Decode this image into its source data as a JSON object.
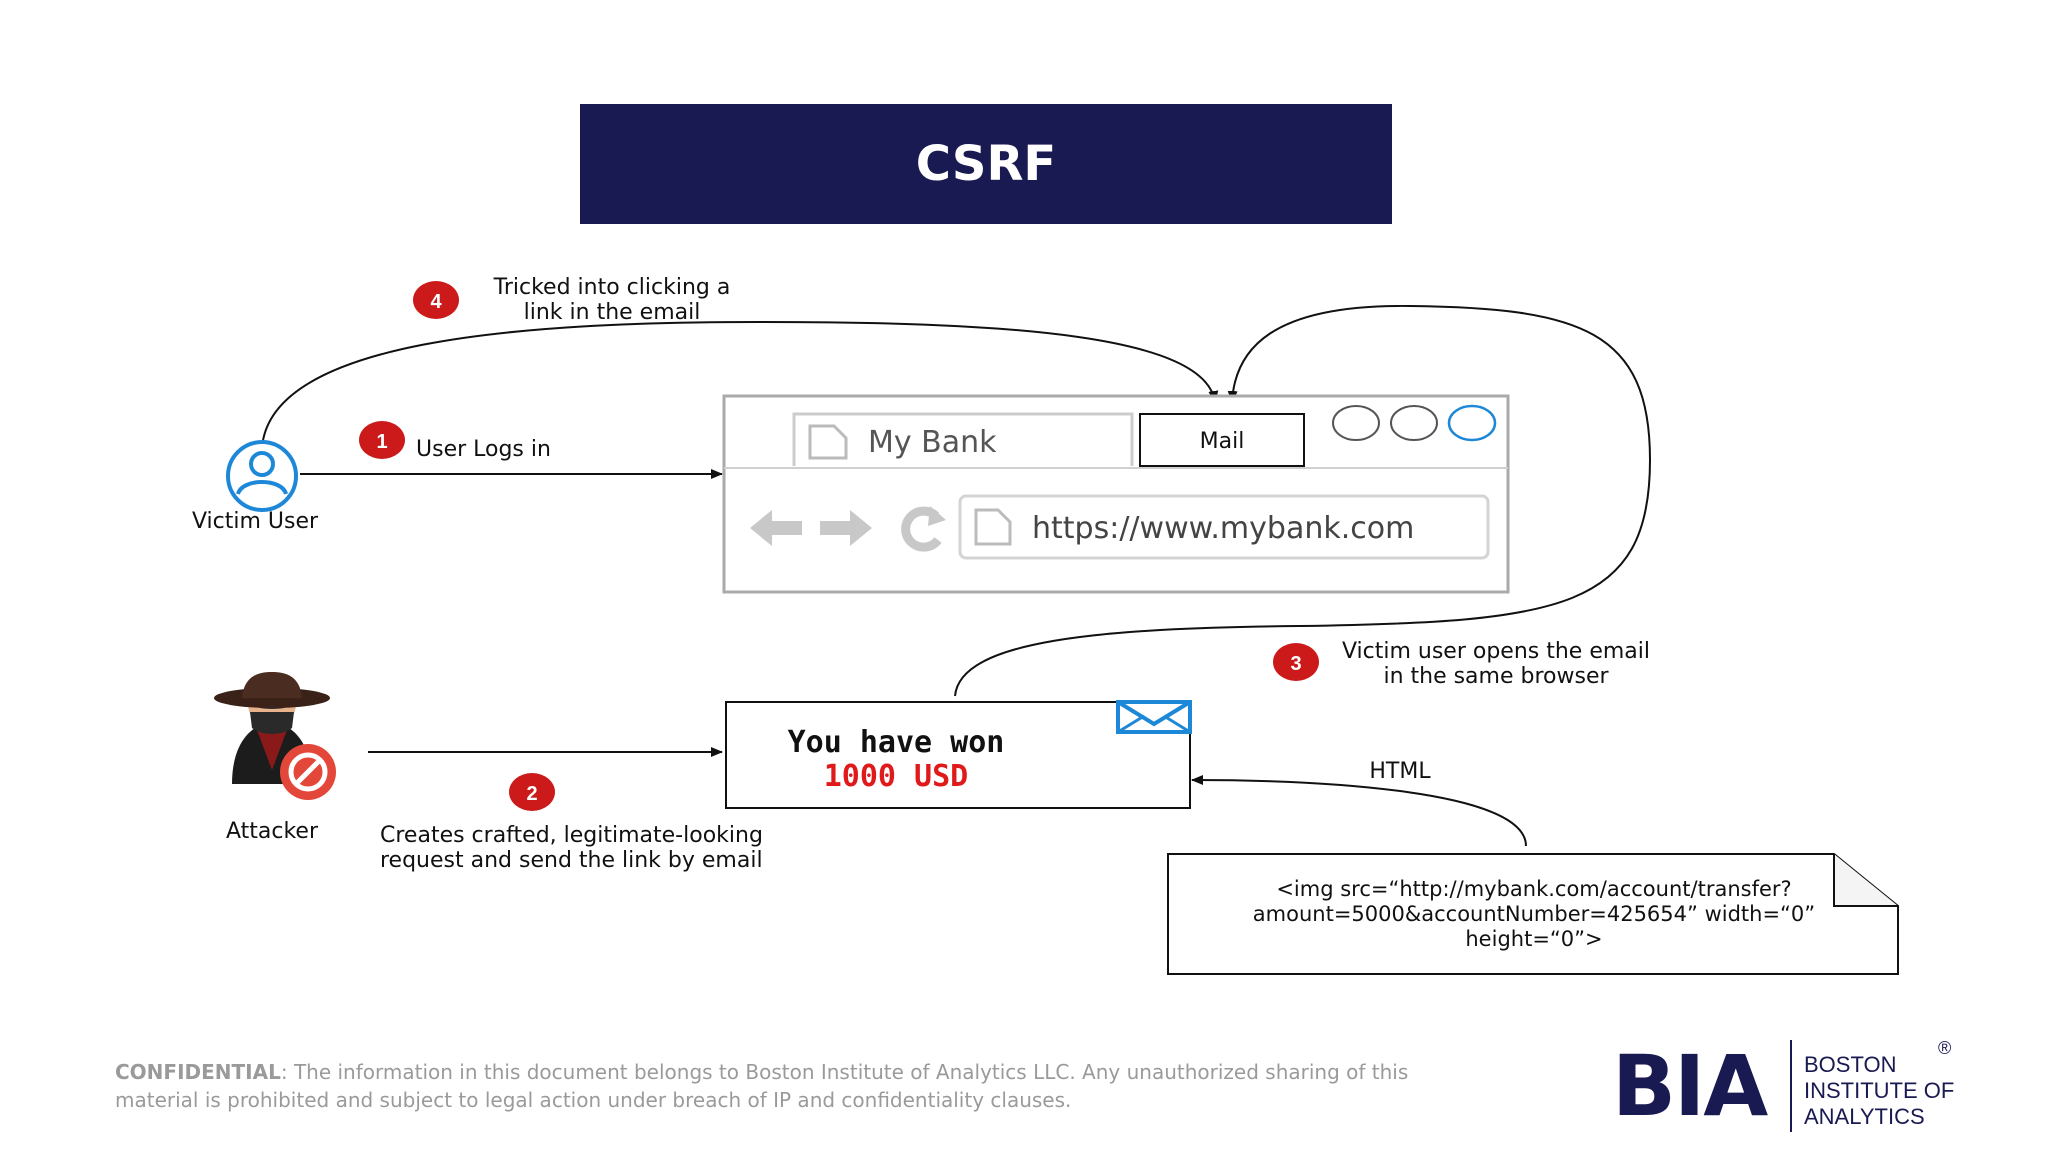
{
  "title": "CSRF",
  "steps": {
    "s1": {
      "num": "1",
      "text": "User Logs in"
    },
    "s2": {
      "num": "2",
      "line1": "Creates crafted, legitimate-looking",
      "line2": "request and send the link by email"
    },
    "s3": {
      "num": "3",
      "line1": "Victim user opens the email",
      "line2": "in the same browser"
    },
    "s4": {
      "num": "4",
      "line1": "Tricked into clicking a",
      "line2": "link in the email"
    }
  },
  "actors": {
    "victim": "Victim User",
    "attacker": "Attacker"
  },
  "browser": {
    "tab_title": "My Bank",
    "mail_tab": "Mail",
    "url": "https://www.mybank.com"
  },
  "email": {
    "line1": "You have won",
    "line2": "1000 USD"
  },
  "html_label": "HTML",
  "code": {
    "line1": "<img src=“http://mybank.com/account/transfer?",
    "line2": "amount=5000&accountNumber=425654” width=“0”",
    "line3": "height=“0”>"
  },
  "footer": {
    "label": "CONFIDENTIAL",
    "line1": ": The information in this document belongs to Boston Institute of Analytics LLC. Any unauthorized sharing of this",
    "line2": "material is prohibited and subject to legal action under breach of IP and confidentiality clauses."
  },
  "logo": {
    "mark": "BIA",
    "line1": "BOSTON",
    "line2": "INSTITUTE OF",
    "line3": "ANALYTICS",
    "reg": "®"
  },
  "colors": {
    "title_bg": "#1a1a52",
    "badge": "#cc1a1a",
    "email_amount": "#e01a1a",
    "icon_blue": "#1e88d8"
  }
}
